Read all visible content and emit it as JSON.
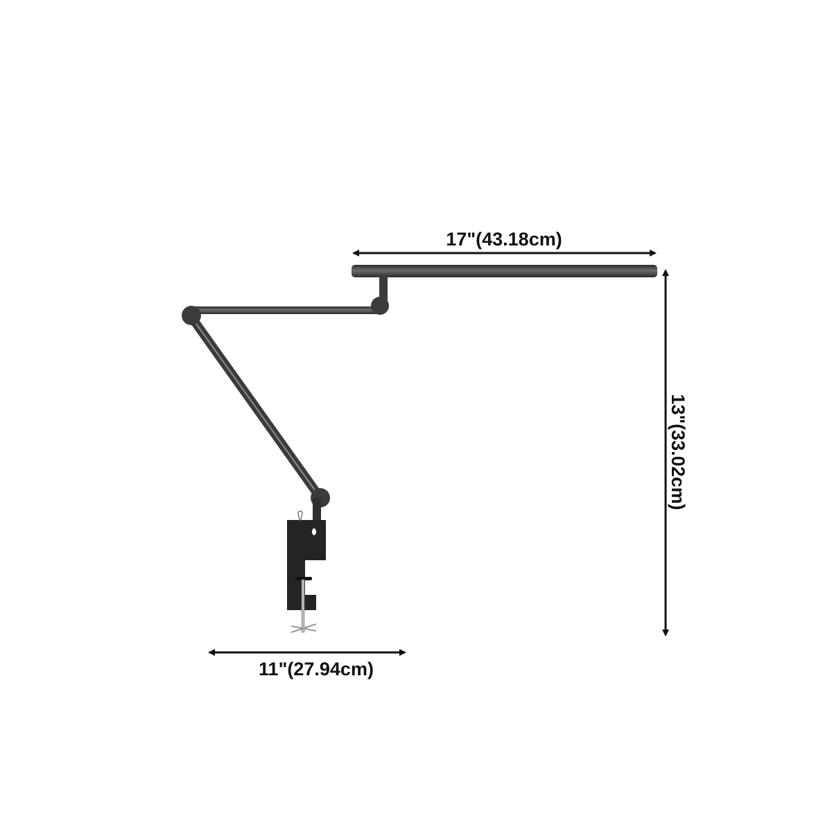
{
  "dimensions": {
    "width_top": "17\"(43.18cm)",
    "height": "13\"(33.02cm)",
    "width_bottom": "11\"(27.94cm)"
  },
  "colors": {
    "lamp": "#3a3b3d",
    "dark": "#232425",
    "arrow": "#111111"
  }
}
